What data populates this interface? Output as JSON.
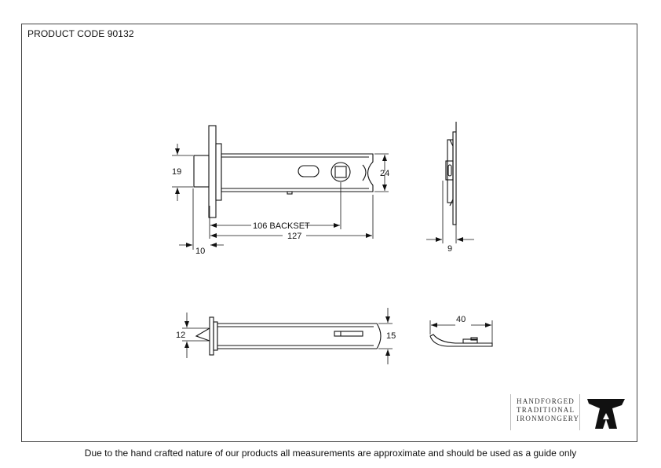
{
  "product_code": "PRODUCT CODE 90132",
  "dimensions": {
    "d19": "19",
    "d24": "24",
    "d106": "106 BACKSET",
    "d127": "127",
    "d10": "10",
    "d9": "9",
    "d12": "12",
    "d15": "15",
    "d40": "40"
  },
  "logo": {
    "line1": "HANDFORGED",
    "line2": "TRADITIONAL",
    "line3": "IRONMONGERY",
    "mark": "anvil-icon"
  },
  "footer": "Due to the hand crafted nature of our products all measurements are approximate and should be used as a guide only"
}
